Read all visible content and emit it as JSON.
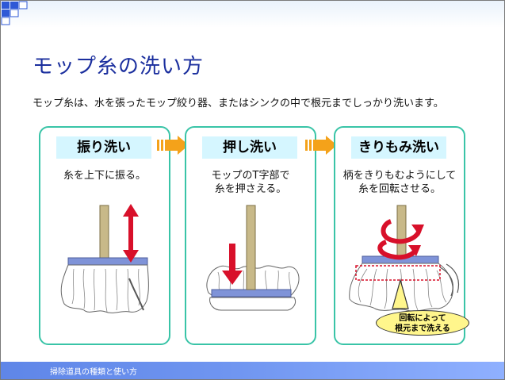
{
  "slide": {
    "title": "モップ糸の洗い方",
    "subtitle": "モップ糸は、水を張ったモップ絞り器、またはシンクの中で根元までしっかり洗います。",
    "footer": "掃除道具の種類と使い方"
  },
  "methods": [
    {
      "label": "振り洗い",
      "desc": [
        "糸を上下に振る。"
      ]
    },
    {
      "label": "押し洗い",
      "desc": [
        "モップのT字部で",
        "糸を押さえる。"
      ]
    },
    {
      "label": "きりもみ洗い",
      "desc": [
        "柄をきりもむようにして",
        "糸を回転させる。"
      ]
    }
  ],
  "callout": {
    "lines": [
      "回転によって",
      "根元まで洗える"
    ]
  },
  "colors": {
    "title": "#1b2f9e",
    "card_border": "#39c4a7",
    "label_bg": "#d5f6ff",
    "flow_arrow": "#f4a21a",
    "action_arrow": "#d8102a",
    "handle": "#c8b989",
    "mop_head": "#7f93d8",
    "callout_bg": "#fff68c",
    "footer": "#6a8cec"
  },
  "icons": [
    "up-down-arrow-icon",
    "down-arrow-icon",
    "rotate-arrow-icon",
    "flow-arrow-icon"
  ]
}
